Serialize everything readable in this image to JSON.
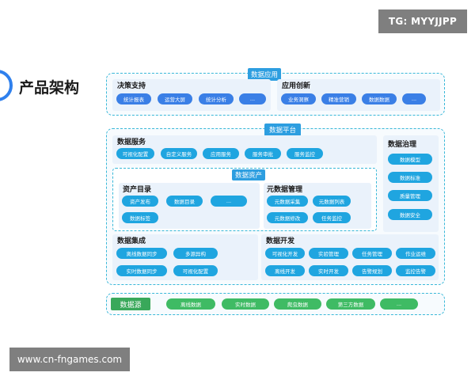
{
  "watermark": {
    "tg": "TG: MYYJJPP",
    "site": "www.cn-fngames.com"
  },
  "page_title": "产品架构",
  "data_app": {
    "tab": "数据应用",
    "decision": {
      "title": "决策支持",
      "items": [
        "统计报表",
        "运营大屏",
        "统计分析",
        "..."
      ]
    },
    "innovation": {
      "title": "应用创新",
      "items": [
        "业务洞察",
        "精准营销",
        "数据数据",
        "..."
      ]
    }
  },
  "data_platform": {
    "tab": "数据平台",
    "service": {
      "title": "数据服务",
      "items": [
        "可视化配置",
        "自定义服务",
        "应用服务",
        "服务审批",
        "服务监控"
      ]
    },
    "asset": {
      "tab": "数据资产",
      "catalog": {
        "title": "资产目录",
        "items": [
          "资产发布",
          "数据目录",
          "...",
          "数据标签"
        ]
      },
      "meta": {
        "title": "元数据管理",
        "items": [
          "元数据采集",
          "元数据列表",
          "元数据修改",
          "任务监控"
        ]
      }
    },
    "governance": {
      "title": "数据治理",
      "items": [
        "数据模型",
        "数据标准",
        "质量管理",
        "数据安全"
      ]
    },
    "integration": {
      "title": "数据集成",
      "items": [
        "离线数据同步",
        "多源异构",
        "实时数据同步",
        "可视化配置"
      ]
    },
    "dev": {
      "title": "数据开发",
      "items": [
        "可视化开发",
        "实验管理",
        "任务管理",
        "作业运维",
        "离线开发",
        "实时开发",
        "告警规划",
        "监控告警"
      ]
    }
  },
  "data_source": {
    "label": "数据源",
    "items": [
      "离线数据",
      "实时数据",
      "爬虫数据",
      "第三方数据",
      "..."
    ]
  },
  "colors": {
    "pill_blue": "#3a7fe6",
    "pill_cyan": "#1fa5e0",
    "pill_green": "#3fbb64",
    "frame": "#39b8d8",
    "panel": "#eaf2fb"
  }
}
